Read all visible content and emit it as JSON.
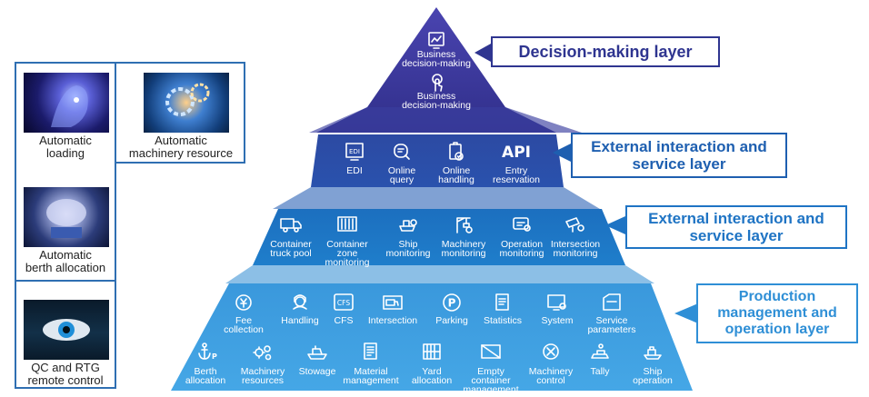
{
  "side_panel": {
    "items": [
      {
        "caption": "Automatic\nloading"
      },
      {
        "caption": "Automatic\nmachinery resource"
      },
      {
        "caption": "Automatic\nberth allocation"
      },
      {
        "caption": "QC and RTG\nremote control"
      }
    ]
  },
  "layers": {
    "top": {
      "title": "Decision-making layer",
      "items": [
        {
          "label": "Business\ndecision-making",
          "icon": "dashboard-icon"
        },
        {
          "label": "Business\ndecision-making",
          "icon": "touch-icon"
        }
      ]
    },
    "second": {
      "title": "External interaction and\nservice layer",
      "items": [
        {
          "label": "EDI",
          "icon": "edi-icon"
        },
        {
          "label": "Online\nquery",
          "icon": "query-icon"
        },
        {
          "label": "Online\nhandling",
          "icon": "clipboard-icon"
        },
        {
          "label": "Entry\nreservation",
          "icon": "api-icon",
          "glyph": "API"
        }
      ]
    },
    "third": {
      "title": "External interaction and\nservice layer",
      "items": [
        {
          "label": "Container\ntruck pool",
          "icon": "truck-icon"
        },
        {
          "label": "Container\nzone\nmonitoring",
          "icon": "container-icon"
        },
        {
          "label": "Ship\nmonitoring",
          "icon": "ship-monitor-icon"
        },
        {
          "label": "Machinery\nmonitoring",
          "icon": "crane-icon"
        },
        {
          "label": "Operation\nmonitoring",
          "icon": "monitor-icon"
        },
        {
          "label": "Intersection\nmonitoring",
          "icon": "camera-icon"
        }
      ]
    },
    "bottom": {
      "title": "Production\nmanagement and\noperation layer",
      "row1": [
        {
          "label": "Fee\ncollection",
          "icon": "yen-icon"
        },
        {
          "label": "Handling",
          "icon": "headset-icon"
        },
        {
          "label": "CFS",
          "icon": "cfs-icon",
          "glyph": "CFS"
        },
        {
          "label": "Intersection",
          "icon": "gate-truck-icon"
        },
        {
          "label": "Parking",
          "icon": "parking-icon",
          "glyph": "P"
        },
        {
          "label": "Statistics",
          "icon": "document-icon"
        },
        {
          "label": "System",
          "icon": "system-icon"
        },
        {
          "label": "Service\nparameters",
          "icon": "folder-icon"
        }
      ],
      "row2": [
        {
          "label": "Berth\nallocation",
          "icon": "anchor-icon"
        },
        {
          "label": "Machinery\nresources",
          "icon": "gears-icon"
        },
        {
          "label": "Stowage",
          "icon": "ship-icon"
        },
        {
          "label": "Material\nmanagement",
          "icon": "list-icon"
        },
        {
          "label": "Yard\nallocation",
          "icon": "yard-icon"
        },
        {
          "label": "Empty\ncontainer\nmanagement",
          "icon": "empty-container-icon"
        },
        {
          "label": "Machinery\ncontrol",
          "icon": "control-icon"
        },
        {
          "label": "Tally",
          "icon": "tally-icon"
        },
        {
          "label": "Ship\noperation",
          "icon": "ship-op-icon"
        }
      ]
    }
  },
  "colors": {
    "top": "#3b3a99",
    "second": "#2d4fa6",
    "third": "#1f78c4",
    "bottom": "#3d9ee0",
    "callout_top": "#2f3590",
    "callout_mid": "#1e5fb0",
    "callout_bottom": "#2f8fd6"
  }
}
